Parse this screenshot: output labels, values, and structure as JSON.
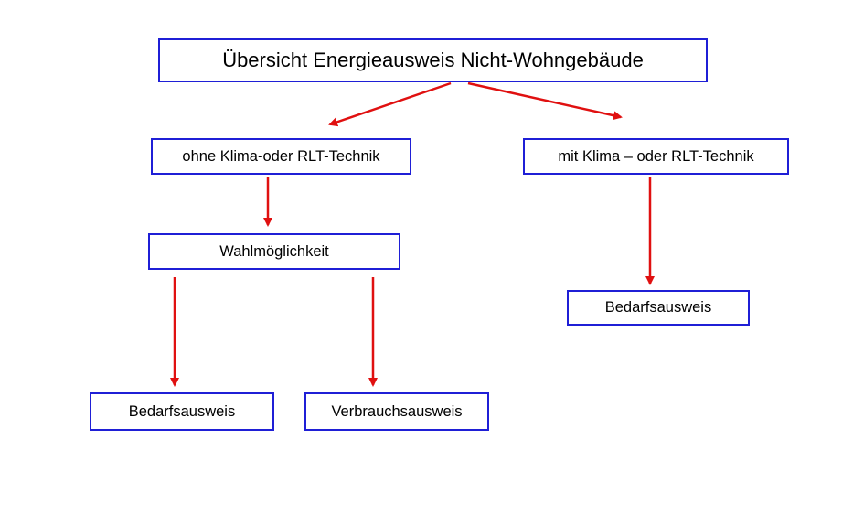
{
  "diagram": {
    "root": {
      "label": "Übersicht Energieausweis Nicht-Wohngebäude"
    },
    "left_branch": {
      "label": "ohne Klima-oder RLT-Technik"
    },
    "right_branch": {
      "label": "mit Klima –  oder RLT-Technik"
    },
    "choice": {
      "label": "Wahlmöglichkeit"
    },
    "right_result": {
      "label": "Bedarfsausweis"
    },
    "left_result_1": {
      "label": "Bedarfsausweis"
    },
    "left_result_2": {
      "label": "Verbrauchsausweis"
    }
  },
  "colors": {
    "box_border": "#1f1fd6",
    "arrow": "#e01010",
    "text": "#000000",
    "background": "#ffffff"
  }
}
